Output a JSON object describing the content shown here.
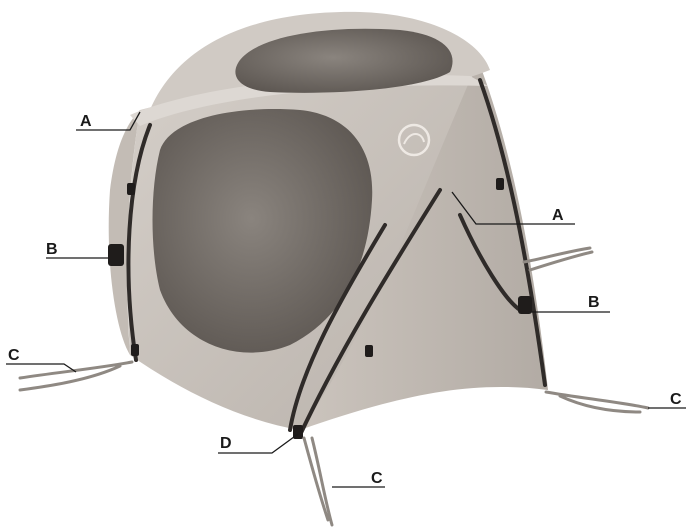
{
  "diagram": {
    "callouts": [
      {
        "id": "A-left",
        "label": "A"
      },
      {
        "id": "A-right",
        "label": "A"
      },
      {
        "id": "B-left",
        "label": "B"
      },
      {
        "id": "B-right",
        "label": "B"
      },
      {
        "id": "C-left",
        "label": "C"
      },
      {
        "id": "C-right",
        "label": "C"
      },
      {
        "id": "C-bottom",
        "label": "C"
      },
      {
        "id": "D",
        "label": "D"
      }
    ],
    "colors": {
      "fabric": "#c9c3bd",
      "fabric_shadow": "#b5aea7",
      "mesh": "#6f6963",
      "pole": "#2f2b29",
      "text": "#1a1a1a",
      "background": "#ffffff"
    }
  }
}
